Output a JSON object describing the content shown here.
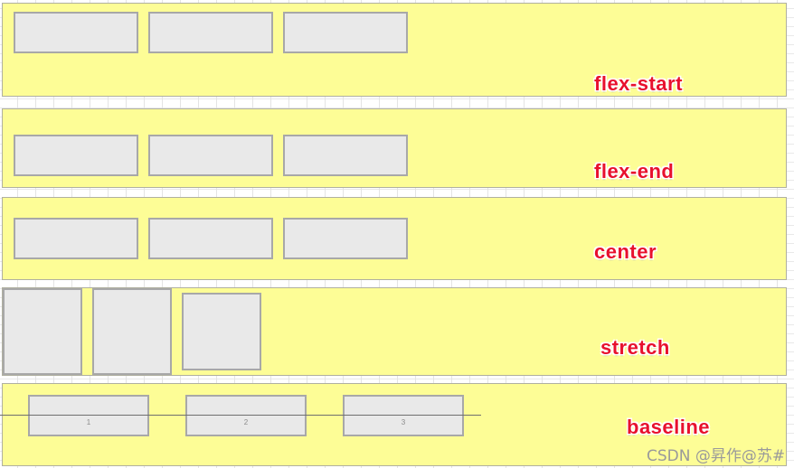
{
  "page": {
    "title": "CSS flex align-items demonstration",
    "background_color": "#ffffff",
    "grid": "graph-paper"
  },
  "colors": {
    "container_background": "#fdfd96",
    "container_border": "#b0b0a0",
    "item_background": "#e9e9e9",
    "item_border": "#a8a8a8",
    "label_text": "#e8112d",
    "label_outline": "#ffffff",
    "baseline_guide": "#6f6f6f",
    "watermark_text": "#9a9a9a"
  },
  "rows": [
    {
      "id": "flex-start",
      "label": "flex-start",
      "align_items": "flex-start",
      "items": [
        {
          "label": ""
        },
        {
          "label": ""
        },
        {
          "label": ""
        }
      ]
    },
    {
      "id": "flex-end",
      "label": "flex-end",
      "align_items": "flex-end",
      "items": [
        {
          "label": ""
        },
        {
          "label": ""
        },
        {
          "label": ""
        }
      ]
    },
    {
      "id": "center",
      "label": "center",
      "align_items": "center",
      "items": [
        {
          "label": ""
        },
        {
          "label": ""
        },
        {
          "label": ""
        }
      ]
    },
    {
      "id": "stretch",
      "label": "stretch",
      "align_items": "stretch",
      "items": [
        {
          "label": ""
        },
        {
          "label": ""
        },
        {
          "label": ""
        }
      ]
    },
    {
      "id": "baseline",
      "label": "baseline",
      "align_items": "baseline",
      "items": [
        {
          "label": "1"
        },
        {
          "label": "2"
        },
        {
          "label": "3"
        }
      ]
    }
  ],
  "watermark": {
    "text": "CSDN @昇作@苏#"
  }
}
